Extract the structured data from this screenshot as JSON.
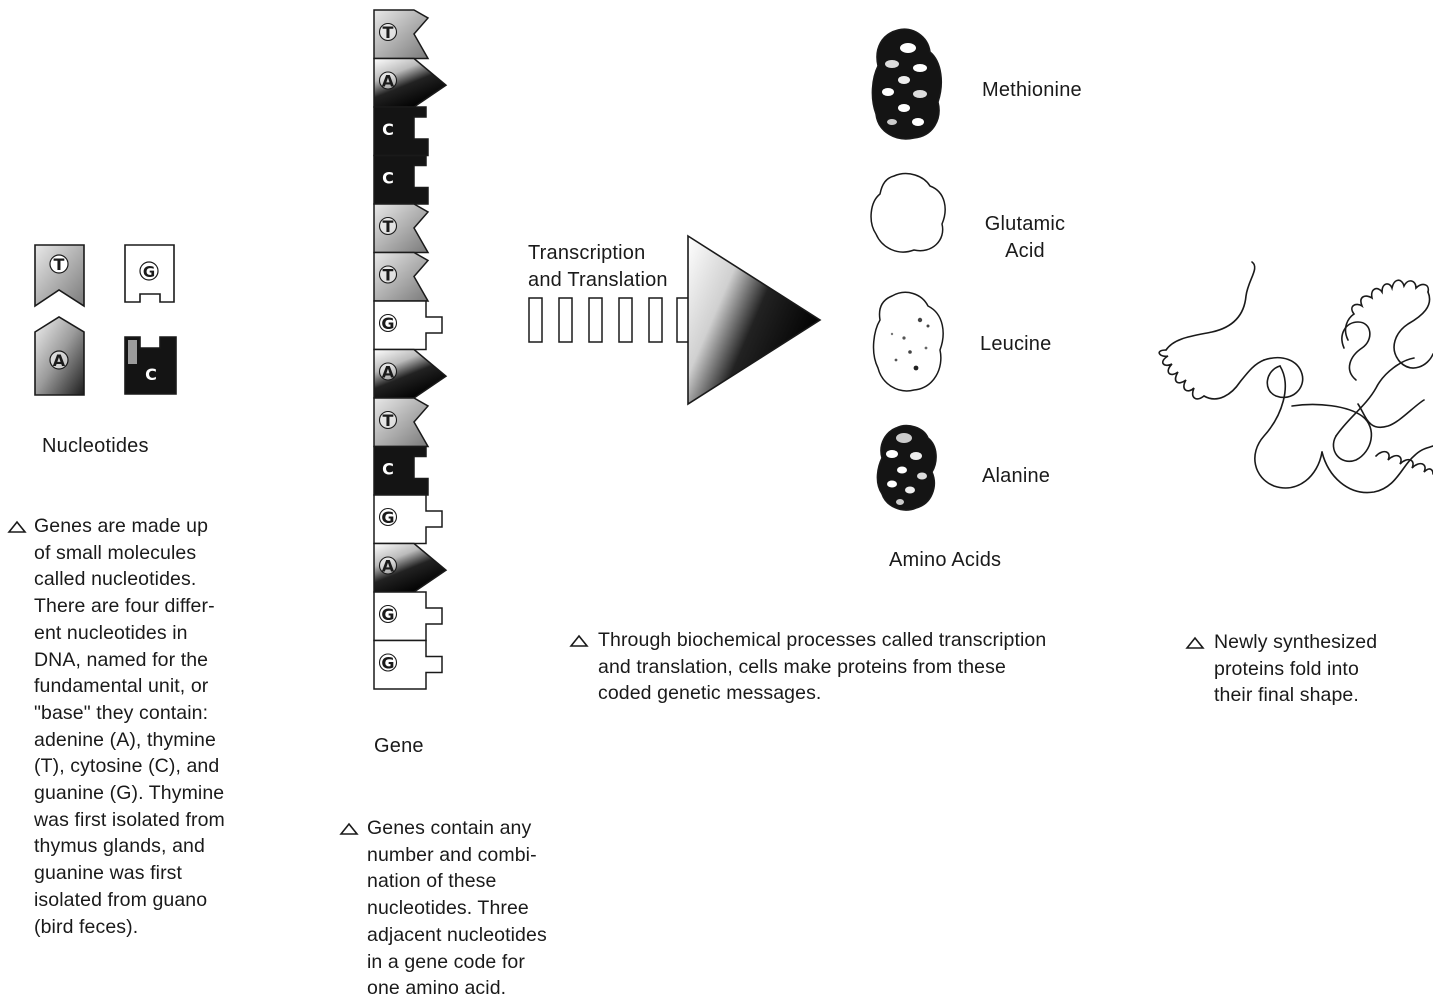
{
  "nucleotides": {
    "items": [
      {
        "letter": "T",
        "shape": "v-notch",
        "fill": "light"
      },
      {
        "letter": "G",
        "shape": "step-notch",
        "fill": "white"
      },
      {
        "letter": "A",
        "shape": "arrow-point",
        "fill": "gradient"
      },
      {
        "letter": "C",
        "shape": "step-tab",
        "fill": "dark"
      }
    ],
    "label": "Nucleotides",
    "caption": [
      "Genes are made up",
      "of small molecules",
      "called nucleotides.",
      "There are four differ-",
      "ent nucleotides in",
      "DNA, named for the",
      "fundamental unit, or",
      "\"base\" they contain:",
      "adenine (A), thymine",
      "(T), cytosine (C), and",
      "guanine (G). Thymine",
      "was first isolated from",
      "thymus glands, and",
      "guanine was first",
      "isolated from guano",
      "(bird feces)."
    ]
  },
  "gene": {
    "sequence": [
      "T",
      "A",
      "C",
      "C",
      "T",
      "T",
      "G",
      "A",
      "T",
      "C",
      "G",
      "A",
      "G",
      "G"
    ],
    "label": "Gene",
    "caption": [
      "Genes contain any",
      "number and combi-",
      "nation of these",
      "nucleotides. Three",
      "adjacent nucleotides",
      "in a gene code for",
      "one amino acid."
    ]
  },
  "process": {
    "label_lines": [
      "Transcription",
      "and Translation"
    ],
    "caption": [
      "Through biochemical processes called transcription",
      "and translation, cells make proteins from these",
      "coded genetic messages."
    ]
  },
  "amino_acids": {
    "items": [
      {
        "name_lines": [
          "Methionine"
        ],
        "fill": "dark-spotted"
      },
      {
        "name_lines": [
          "Glutamic",
          "Acid"
        ],
        "fill": "white"
      },
      {
        "name_lines": [
          "Leucine"
        ],
        "fill": "light-speckled"
      },
      {
        "name_lines": [
          "Alanine"
        ],
        "fill": "dark-spotted"
      }
    ],
    "label": "Amino Acids"
  },
  "protein": {
    "caption": [
      "Newly synthesized",
      "proteins fold into",
      "their final shape."
    ]
  },
  "colors": {
    "ink": "#1a1a1a",
    "dark_fill": "#151515",
    "light_fill": "#bdbdbd",
    "paper": "#ffffff"
  }
}
